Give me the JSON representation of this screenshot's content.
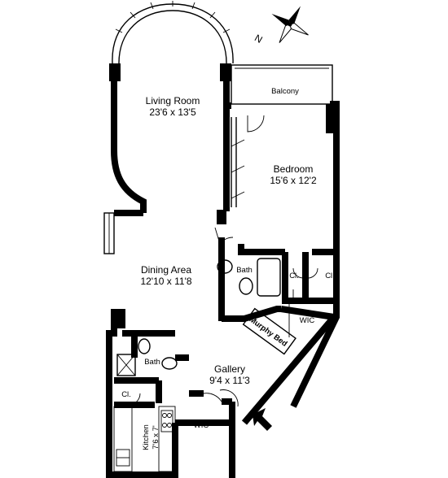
{
  "colors": {
    "wall": "#000000",
    "background": "#ffffff"
  },
  "compass": {
    "north_label": "N",
    "icon": "compass-star-icon"
  },
  "rooms": {
    "living_room": {
      "name": "Living Room",
      "dims": "23'6 x 13'5"
    },
    "balcony": {
      "name": "Balcony"
    },
    "bedroom": {
      "name": "Bedroom",
      "dims": "15'6 x 12'2"
    },
    "dining_area": {
      "name": "Dining Area",
      "dims": "12'10 x 11'8"
    },
    "bath_main": {
      "name": "Bath"
    },
    "closet_1": {
      "name": "Cl."
    },
    "closet_2": {
      "name": "Cl."
    },
    "wic_bedroom": {
      "name": "WIC"
    },
    "murphy_bed": {
      "name": "Murphy Bed"
    },
    "bath_small": {
      "name": "Bath"
    },
    "gallery": {
      "name": "Gallery",
      "dims": "9'4 x 11'3"
    },
    "closet_3": {
      "name": "Cl."
    },
    "kitchen": {
      "name": "Kitchen",
      "dims": "7'6 x 7'"
    },
    "wic_gallery": {
      "name": "WIC"
    }
  },
  "entry": {
    "icon": "entry-arrow-icon"
  }
}
